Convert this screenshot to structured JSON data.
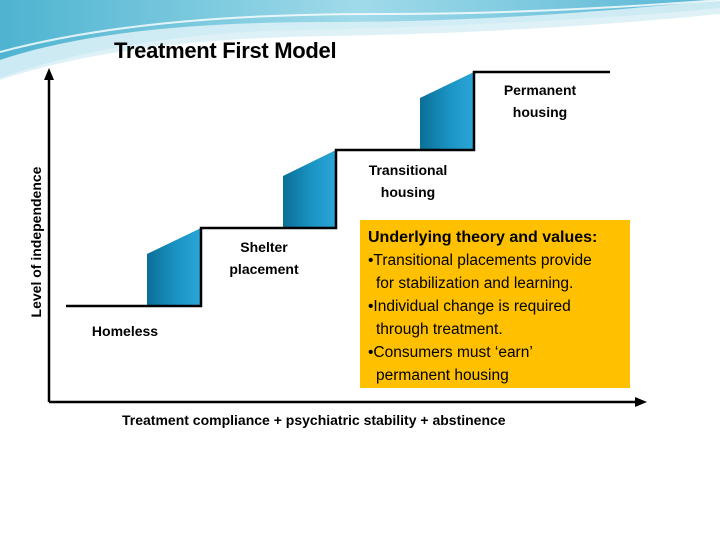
{
  "title": "Treatment First Model",
  "y_axis_label": "Level of independence",
  "x_axis_label": "Treatment compliance + psychiatric stability + abstinence",
  "steps": [
    {
      "line1": "Homeless",
      "line2": ""
    },
    {
      "line1": "Shelter",
      "line2": "placement"
    },
    {
      "line1": "Transitional",
      "line2": "housing"
    },
    {
      "line1": "Permanent",
      "line2": "housing"
    }
  ],
  "theory_box": {
    "heading": "Underlying theory and values:",
    "bullets": [
      {
        "first": "•Transitional placements provide",
        "rest": "for stabilization and learning."
      },
      {
        "first": "•Individual change is required",
        "rest": "through treatment."
      },
      {
        "first": "•Consumers must ‘earn’",
        "rest": "permanent housing"
      }
    ]
  },
  "colors": {
    "box_fill": "#ffc000",
    "riser_light": "#2aa6d6",
    "riser_dark": "#0a6f97"
  }
}
